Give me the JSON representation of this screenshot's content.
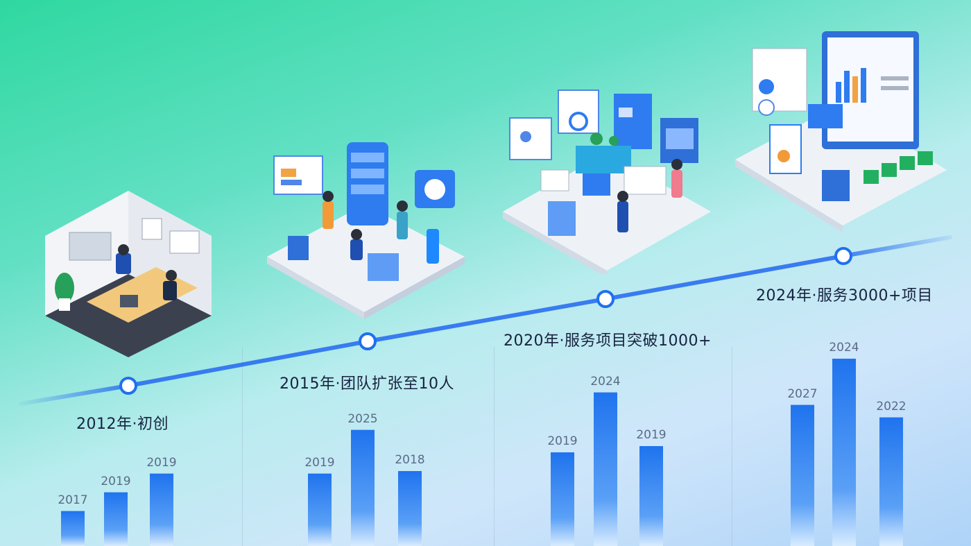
{
  "stages": [
    {
      "title": "2012年·初创",
      "bars": [
        {
          "label": "2017",
          "value": 0.28
        },
        {
          "label": "2019",
          "value": 0.43
        },
        {
          "label": "2019",
          "value": 0.58
        }
      ]
    },
    {
      "title": "2015年·团队扩张至10人",
      "bars": [
        {
          "label": "2019",
          "value": 0.58
        },
        {
          "label": "2025",
          "value": 0.93
        },
        {
          "label": "2018",
          "value": 0.6
        }
      ]
    },
    {
      "title": "2020年·服务项目突破1000+",
      "bars": [
        {
          "label": "2019",
          "value": 0.75
        },
        {
          "label": "2024",
          "value": 1.23
        },
        {
          "label": "2019",
          "value": 0.8
        }
      ]
    },
    {
      "title": "2024年·服务3000+项目",
      "bars": [
        {
          "label": "2027",
          "value": 1.13
        },
        {
          "label": "2024",
          "value": 1.5
        },
        {
          "label": "2022",
          "value": 1.03
        }
      ]
    }
  ],
  "colors": {
    "timeline": "#2a6ff0",
    "bar_top": "#1f73ee",
    "bar_bottom": "#d8ecff",
    "node_ring": "#1f6ff0"
  }
}
